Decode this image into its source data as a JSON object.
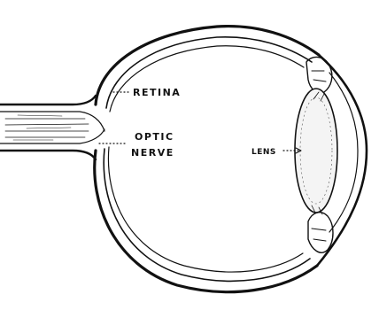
{
  "labels": {
    "retina": "RETINA",
    "optic_line1": "OPTIC",
    "optic_line2": "NERVE",
    "lens": "LENS"
  }
}
